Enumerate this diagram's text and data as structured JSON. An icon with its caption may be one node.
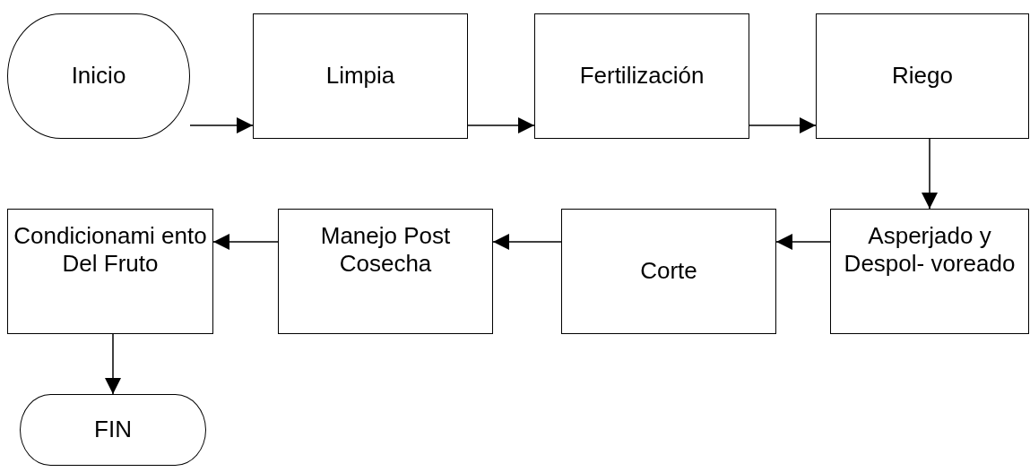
{
  "diagram": {
    "nodes": [
      {
        "text": [
          "Inicio"
        ]
      },
      {
        "text": [
          "Limpia"
        ]
      },
      {
        "text": [
          "Fertilización"
        ]
      },
      {
        "text": [
          "Riego"
        ]
      },
      {
        "text": [
          "Asperjado y Despol- voreado"
        ]
      },
      {
        "text": [
          "Corte"
        ]
      },
      {
        "text": [
          "Manejo Post Cosecha"
        ]
      },
      {
        "text": [
          "Condicionami ento Del Fruto"
        ]
      },
      {
        "text": [
          "FIN"
        ]
      }
    ],
    "edges": [
      {
        "from": 0,
        "to": 1,
        "arrow": "to"
      },
      {
        "from": 1,
        "to": 2,
        "arrow": "to"
      },
      {
        "from": 2,
        "to": 3,
        "arrow": "to"
      },
      {
        "from": 3,
        "to": 4,
        "arrow": "to"
      },
      {
        "from": 4,
        "to": 5,
        "arrow": "to"
      },
      {
        "from": 5,
        "to": 6,
        "arrow": "to"
      },
      {
        "from": 6,
        "to": 7,
        "arrow": "to"
      },
      {
        "from": 7,
        "to": 8,
        "arrow": "to"
      }
    ]
  }
}
